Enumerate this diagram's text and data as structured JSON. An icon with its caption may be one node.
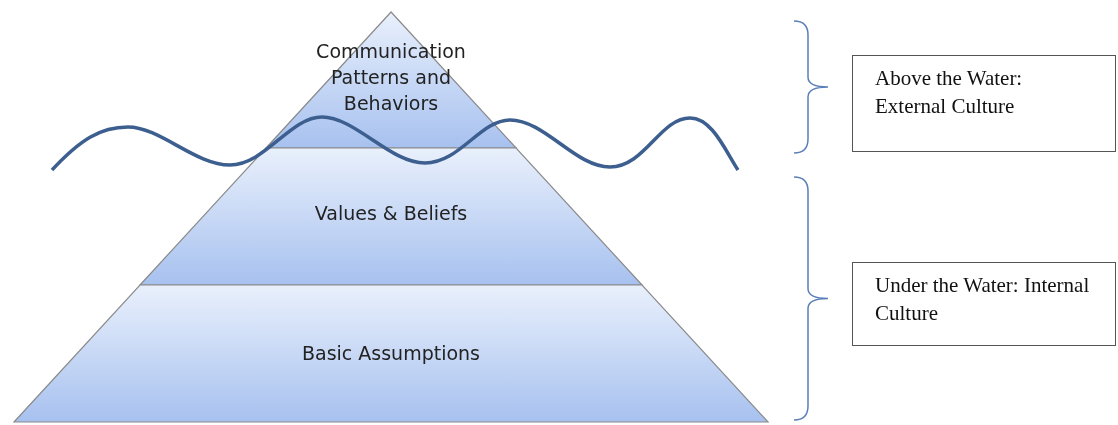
{
  "diagram": {
    "nodes": [
      {
        "text": [
          "Communication Patterns and Behaviors"
        ]
      },
      {
        "text": [
          "Values & Beliefs"
        ]
      },
      {
        "text": [
          "Basic Assumptions"
        ]
      },
      {
        "text": [
          "Above the Water: External Culture"
        ]
      },
      {
        "text": [
          "Under the Water: Internal Culture"
        ]
      }
    ]
  }
}
